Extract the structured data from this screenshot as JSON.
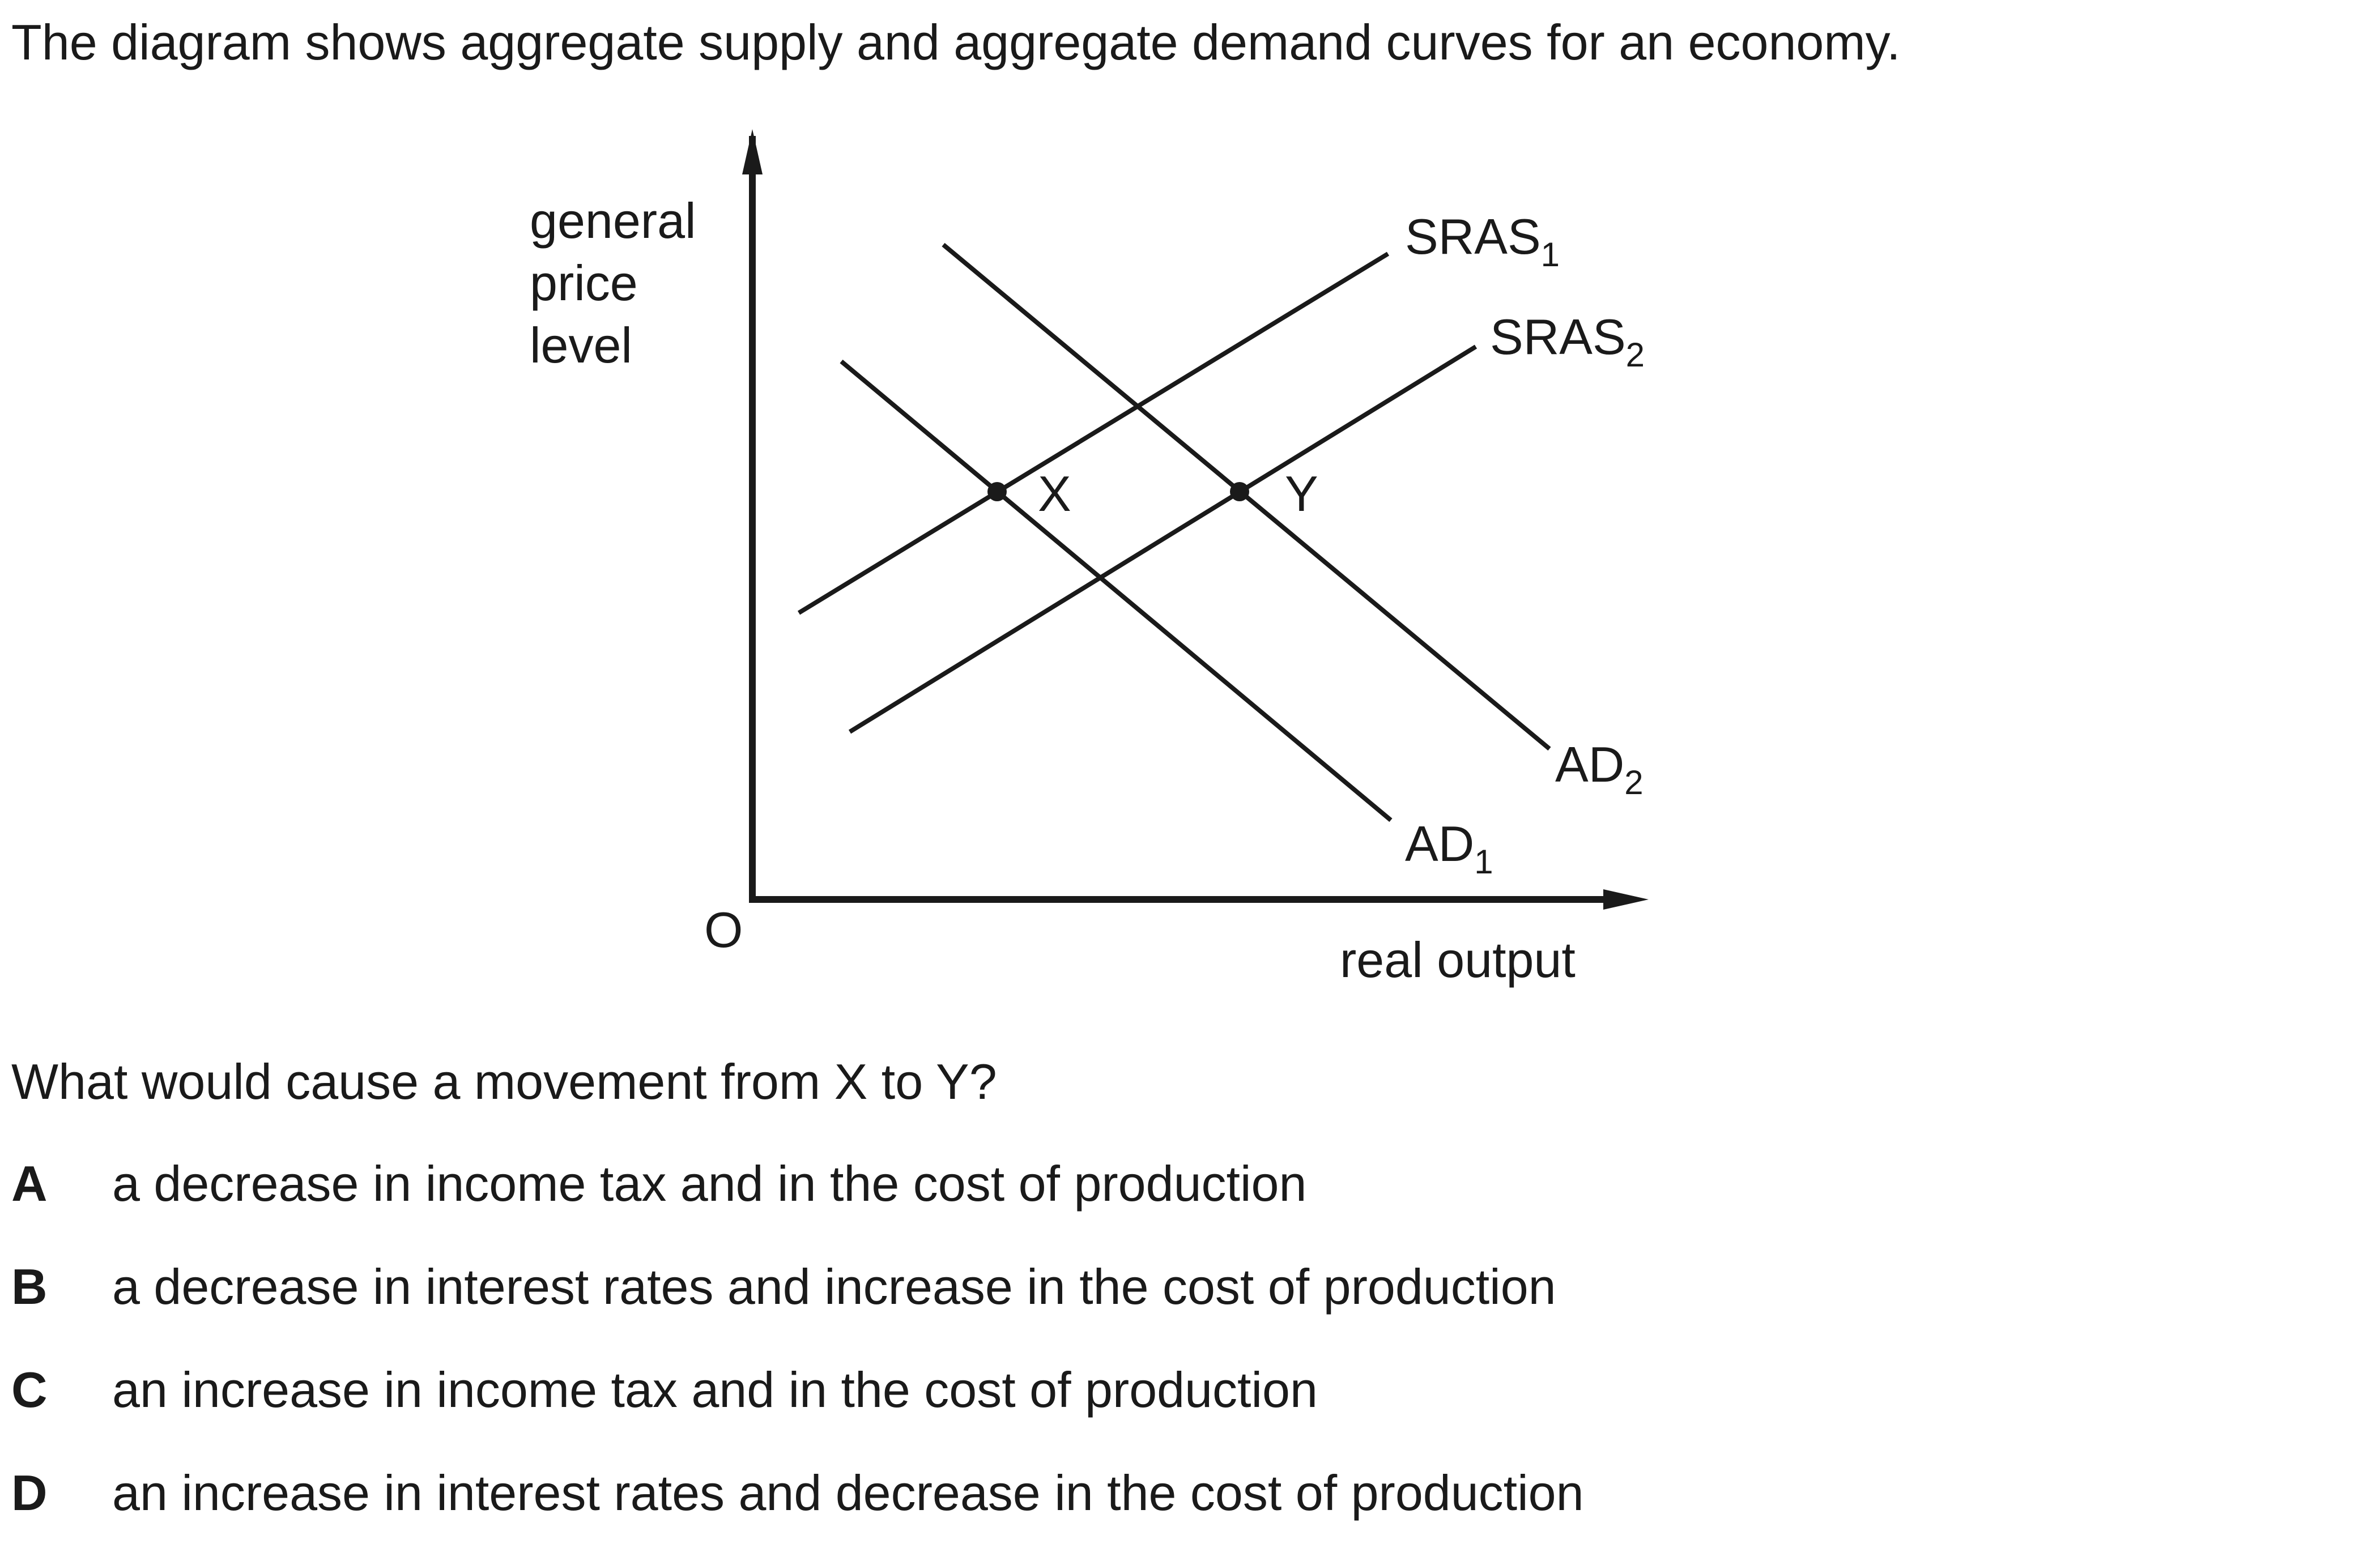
{
  "intro_text": "The diagram shows aggregate supply and aggregate demand curves for an economy.",
  "diagram": {
    "y_axis_label": [
      "general",
      "price",
      "level"
    ],
    "x_axis_label": "real output",
    "origin_label": "O",
    "curves": {
      "sras1": {
        "base": "SRAS",
        "sub": "1"
      },
      "sras2": {
        "base": "SRAS",
        "sub": "2"
      },
      "ad1": {
        "base": "AD",
        "sub": "1"
      },
      "ad2": {
        "base": "AD",
        "sub": "2"
      }
    },
    "points": {
      "x": "X",
      "y": "Y"
    }
  },
  "question": "What would cause a movement from X to Y?",
  "options": [
    {
      "letter": "A",
      "text": "a decrease in income tax and in the cost of production"
    },
    {
      "letter": "B",
      "text": "a decrease in interest rates and increase in the cost of production"
    },
    {
      "letter": "C",
      "text": "an increase in income tax and in the cost of production"
    },
    {
      "letter": "D",
      "text": "an increase in interest rates and decrease in the cost of production"
    }
  ],
  "colors": {
    "ink": "#1a1a1a",
    "background": "#ffffff"
  }
}
